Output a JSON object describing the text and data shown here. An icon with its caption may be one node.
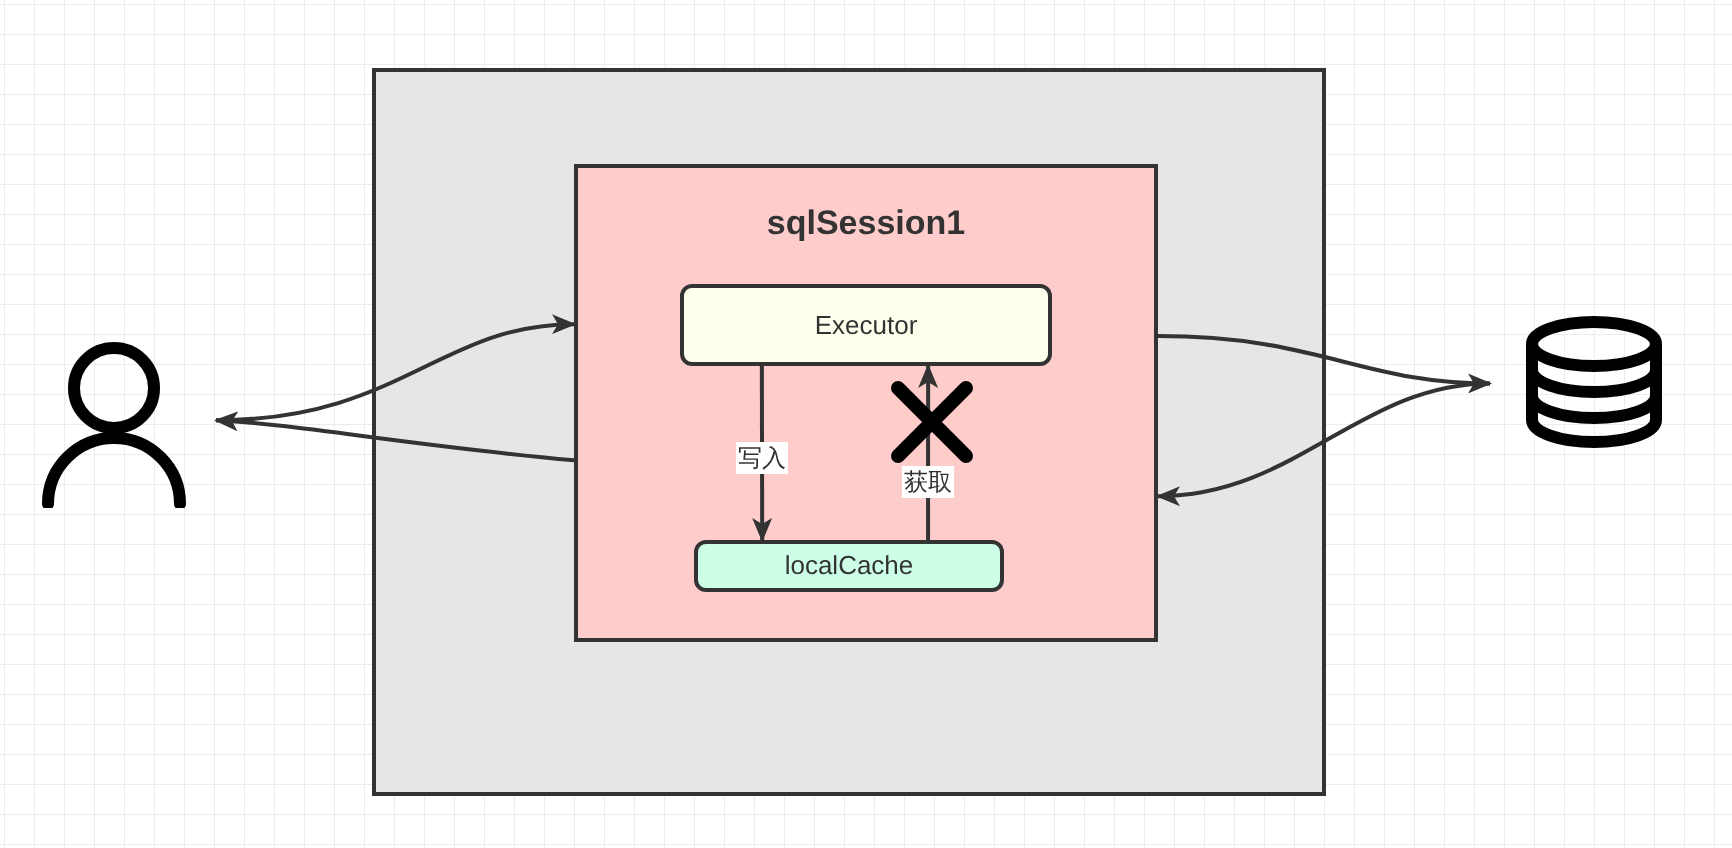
{
  "diagram": {
    "nodes": [
      {
        "text": [],
        "shape": "box"
      },
      {
        "text": [
          "sqlSession1"
        ],
        "in": 0
      },
      {
        "text": [
          "Executor"
        ],
        "in": 1
      },
      {
        "text": [
          "localCache"
        ],
        "in": 1
      },
      {
        "text": [],
        "shape": "person"
      },
      {
        "text": [],
        "shape": "cylinder"
      }
    ],
    "edges": [
      {
        "from": 4,
        "to": 1,
        "arrow": "to"
      },
      {
        "from": 1,
        "to": 4,
        "arrow": "to"
      },
      {
        "from": 1,
        "to": 5,
        "arrow": "to"
      },
      {
        "from": 5,
        "to": 1,
        "arrow": "to"
      },
      {
        "from": 2,
        "to": 3,
        "arrow": "to",
        "label": "写入"
      },
      {
        "from": 3,
        "to": 2,
        "arrow": "to",
        "label": "获取"
      }
    ]
  }
}
